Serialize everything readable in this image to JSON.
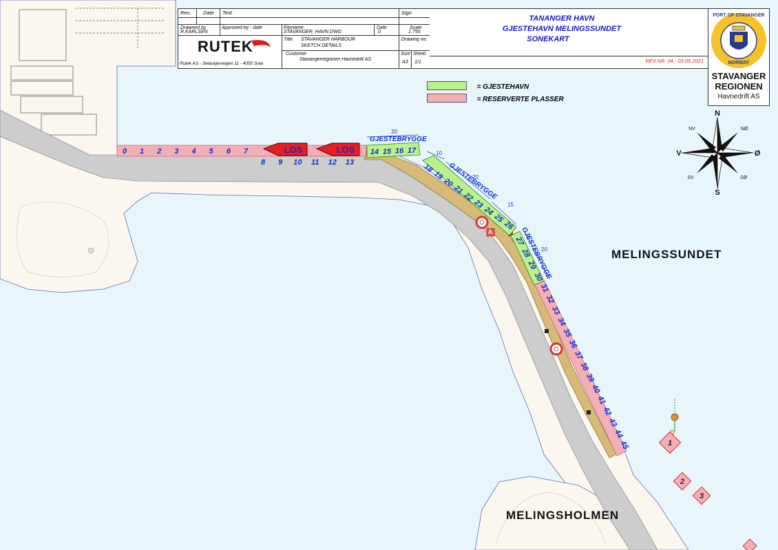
{
  "title_block": {
    "rev_label": "Rev.",
    "date_label": "Date",
    "text_label": "Text",
    "sign_label": "Sign",
    "drawn_by_label": "Drawned by",
    "drawn_by_value": "R.KARLSEN",
    "approved_label": "Approved by - date",
    "filename_label": "Filename",
    "filename_value": "STAVANGER_HAVN.DWG",
    "date2_label": "Date",
    "date2_value": "0",
    "scale_label": "Scale",
    "scale_value": "1:750",
    "title_label": "Title",
    "title_value_1": "STAVANGER HARBOUR",
    "title_value_2": "SKETCH DETAILS",
    "drawing_no_label": "Drawing no.",
    "customer_label": "Customer",
    "customer_value": "Stavangerregionen Havnedrift AS",
    "size_label": "Size",
    "size_value": "A3",
    "sheet_label": "Sheet",
    "sheet_value": "1/1",
    "company_logo": "RUTEK",
    "company_address": "Rutek AS - Selaskjervegen 11 - 4055 Sola"
  },
  "header": {
    "title_1": "TANANGER HAVN",
    "title_2": "GJESTEHAVN MELINGSSUNDET",
    "title_3": "SONEKART",
    "revision": "REV.NR. 04 - 03.05.2021"
  },
  "logo": {
    "seal_text_top": "PORT OF STAVANGER",
    "seal_text_bottom": "NORWAY",
    "name_1": "STAVANGER",
    "name_2": "REGIONEN",
    "name_3": "Havnedrift AS"
  },
  "legend": [
    {
      "label": "= GJESTEHAVN",
      "color": "#b9f28a"
    },
    {
      "label": "= RESERVERTE PLASSER",
      "color": "#f6aeb6"
    }
  ],
  "compass": {
    "n": "N",
    "s": "S",
    "e": "Ø",
    "w": "V",
    "ne": "NØ",
    "nw": "NV",
    "se": "SØ",
    "sw": "SV"
  },
  "place_names": {
    "strait": "MELINGSSUNDET",
    "islet": "MELINGSHOLMEN"
  },
  "berths": {
    "reserved_top": [
      "0",
      "1",
      "2",
      "3",
      "4",
      "5",
      "6",
      "7"
    ],
    "reserved_bottom": [
      "8",
      "9",
      "10",
      "11",
      "12",
      "13"
    ],
    "pilot_boat_label": "LOS",
    "pier_a": [
      "14",
      "15",
      "16",
      "17"
    ],
    "pier_b": [
      "18",
      "19",
      "20",
      "21",
      "22",
      "23",
      "24",
      "25",
      "26"
    ],
    "pier_c": [
      "27",
      "28",
      "29",
      "30"
    ],
    "reserved_east": [
      "31",
      "32",
      "33",
      "34",
      "35",
      "36",
      "37",
      "38",
      "39",
      "40",
      "41",
      "42",
      "43",
      "44",
      "45"
    ],
    "pier_label": "GJESTEBRYGGE"
  },
  "dimensions": [
    "20",
    "10",
    "20",
    "15",
    "20"
  ],
  "buoys": [
    "1",
    "2",
    "3"
  ],
  "colors": {
    "sea": "#e8f6fb",
    "land": "#fbf7ee",
    "road": "#cdcdcd",
    "quay": "#d7b978",
    "guest": "#b9f28a",
    "reserved": "#f6aeb6",
    "pilot_boat": "#ee1c1c",
    "text_blue": "#0b2fd6",
    "rev_red": "#e01919"
  }
}
